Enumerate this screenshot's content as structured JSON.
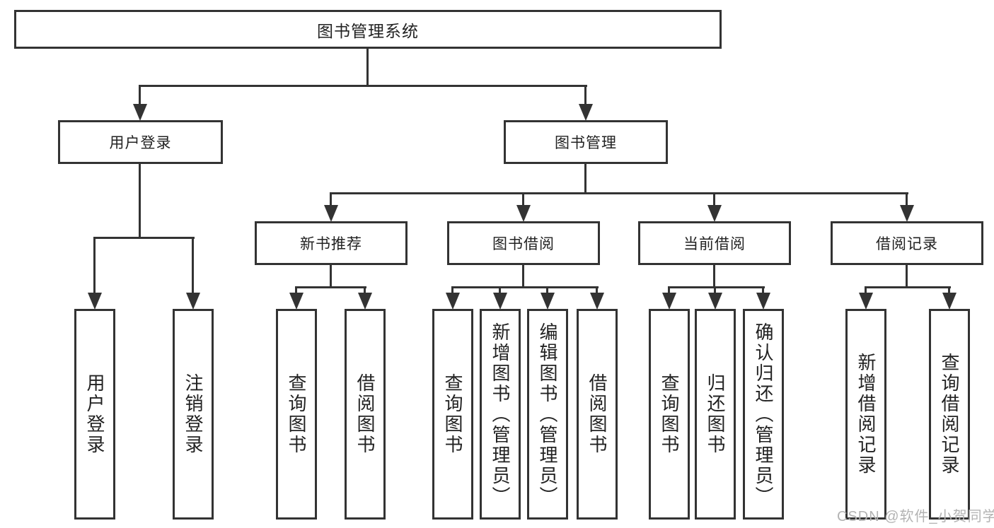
{
  "diagram": {
    "root": {
      "label": "图书管理系统"
    },
    "level2": [
      {
        "label": "用户登录"
      },
      {
        "label": "图书管理"
      }
    ],
    "level3": [
      {
        "label": "新书推荐"
      },
      {
        "label": "图书借阅"
      },
      {
        "label": "当前借阅"
      },
      {
        "label": "借阅记录"
      }
    ],
    "leaves": {
      "user_login": [
        "用户登录",
        "注销登录"
      ],
      "new_book": [
        "查询图书",
        "借阅图书"
      ],
      "borrow": [
        "查询图书",
        "新增图书（管理员）",
        "编辑图书（管理员）",
        "借阅图书"
      ],
      "current": [
        "查询图书",
        "归还图书",
        "确认归还（管理员）"
      ],
      "records": [
        "新增借阅记录",
        "查询借阅记录"
      ]
    },
    "watermark": "CSDN @软件_小贺同学",
    "colors": {
      "line": "#333333",
      "text": "#222222",
      "watermark": "#b3b3b3",
      "background": "#ffffff"
    }
  }
}
